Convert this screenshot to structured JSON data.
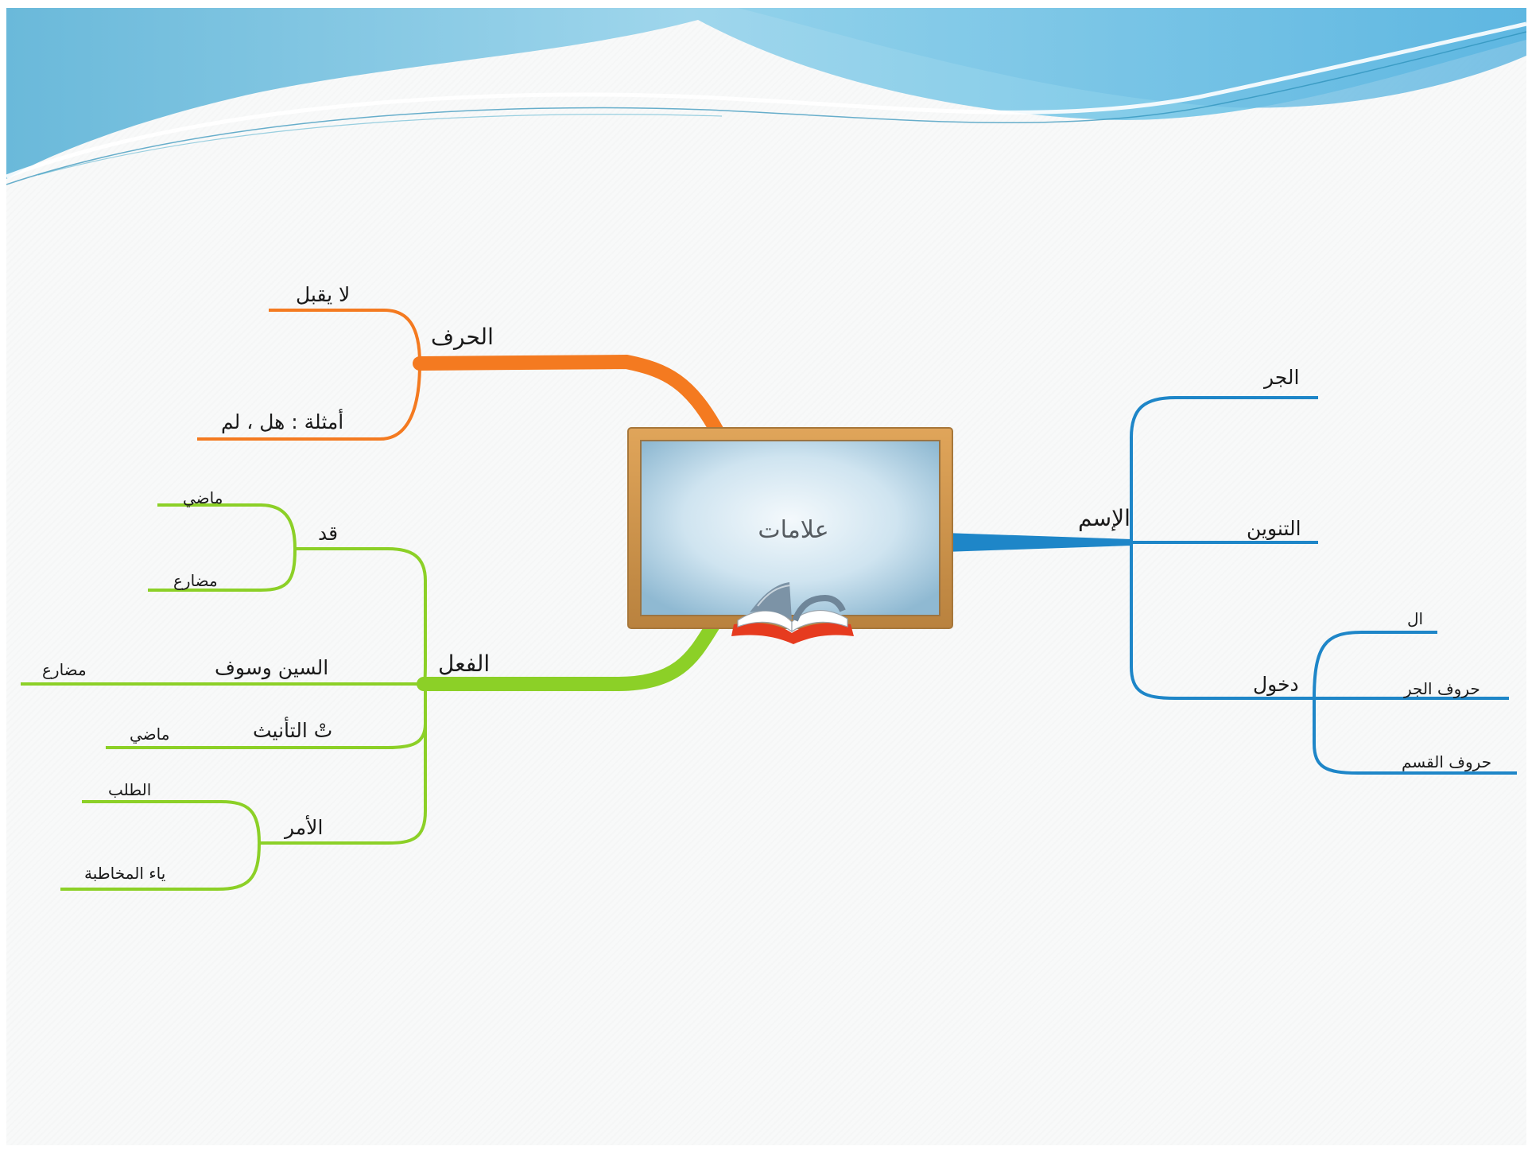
{
  "center": {
    "title": "علامات",
    "board_icon": "chalkboard-icon",
    "book_icon": "open-book-icon"
  },
  "branches": {
    "harf": {
      "label": "الحرف",
      "color": "#f47a20",
      "children": [
        "لا يقبل",
        "أمثلة : هل ، لم"
      ]
    },
    "fiil": {
      "label": "الفعل",
      "color": "#8cd027",
      "qad": {
        "label": "قد",
        "children": [
          "ماضي",
          "مضارع"
        ]
      },
      "sin_sawf": {
        "label": "السين وسوف",
        "child": "مضارع"
      },
      "taa": {
        "label": "تْ التأنيث",
        "child": "ماضي"
      },
      "amr": {
        "label": "الأمر",
        "children": [
          "الطلب",
          "ياء المخاطبة"
        ]
      }
    },
    "ism": {
      "label": "الإسم",
      "color": "#1e86c8",
      "jarr": "الجر",
      "tanween": "التنوين",
      "dukhool": {
        "label": "دخول",
        "children": [
          "ال",
          "حروف الجر",
          "حروف القسم"
        ]
      }
    }
  }
}
